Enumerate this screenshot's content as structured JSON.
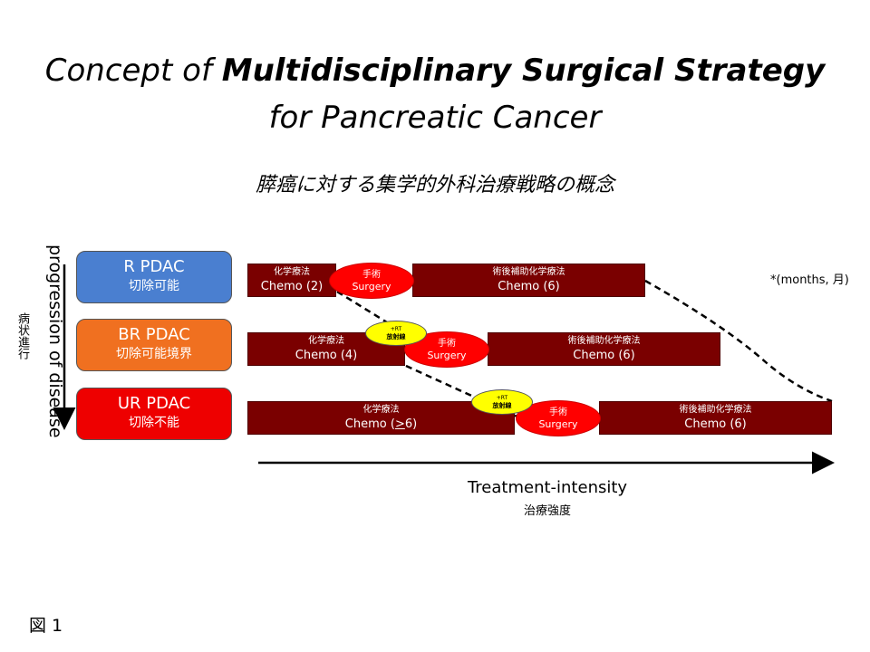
{
  "title": {
    "prefix": "Concept of ",
    "bold": "Multidisciplinary Surgical Strategy",
    "line2": "for Pancreatic Cancer",
    "subtitle_ja": "膵癌に対する集学的外科治療戦略の概念"
  },
  "side_label": {
    "en": "progression of disease",
    "ja": "病状進行"
  },
  "categories": [
    {
      "en": "R PDAC",
      "ja": "切除可能",
      "color": "#4a7fd0"
    },
    {
      "en": "BR PDAC",
      "ja": "切除可能境界",
      "color": "#f07020"
    },
    {
      "en": "UR PDAC",
      "ja": "切除不能",
      "color": "#ee0000"
    }
  ],
  "rows": [
    {
      "chemo": {
        "ja": "化学療法",
        "en": "Chemo (2)"
      },
      "surgery": {
        "ja": "手術",
        "en": "Surgery"
      },
      "adjuvant": {
        "ja": "術後補助化学療法",
        "en": "Chemo (6)"
      }
    },
    {
      "chemo": {
        "ja": "化学療法",
        "en": "Chemo (4)"
      },
      "rt": {
        "a": "+RT",
        "b": "放射線"
      },
      "surgery": {
        "ja": "手術",
        "en": "Surgery"
      },
      "adjuvant": {
        "ja": "術後補助化学療法",
        "en": "Chemo (6)"
      }
    },
    {
      "chemo": {
        "ja": "化学療法",
        "en_pre": "Chemo (",
        "ge": ">",
        "en_post": "6)"
      },
      "rt": {
        "a": "+RT",
        "b": "放射線"
      },
      "surgery": {
        "ja": "手術",
        "en": "Surgery"
      },
      "adjuvant": {
        "ja": "術後補助化学療法",
        "en": "Chemo (6)"
      }
    }
  ],
  "note": "*(months, 月)",
  "x_axis": {
    "en": "Treatment-intensity",
    "ja": "治療強度"
  },
  "figure_label": "図 1"
}
